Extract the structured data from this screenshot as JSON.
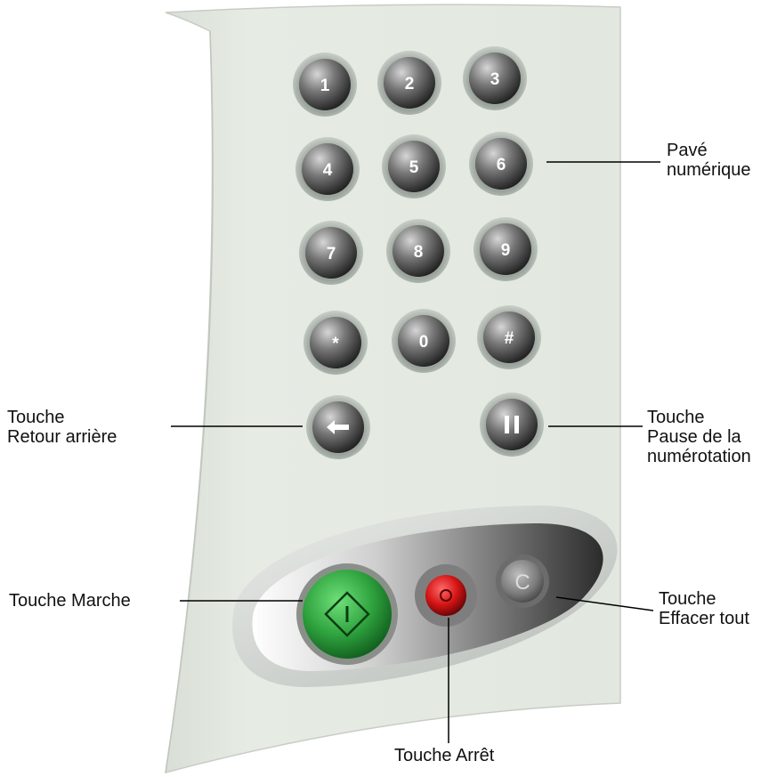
{
  "keypad": {
    "keys": [
      "1",
      "2",
      "3",
      "4",
      "5",
      "6",
      "7",
      "8",
      "9",
      "*",
      "0",
      "#"
    ]
  },
  "labels": {
    "keypad": [
      "Pavé",
      "numérique"
    ],
    "backspace": [
      "Touche",
      "Retour arrière"
    ],
    "pause": [
      "Touche",
      "Pause de la",
      "numérotation"
    ],
    "start": [
      "Touche Marche"
    ],
    "clear_all": [
      "Touche",
      "Effacer tout"
    ],
    "stop": [
      "Touche Arrêt"
    ]
  },
  "clear_button": {
    "glyph": "C"
  },
  "colors": {
    "panel": "#e5eae3",
    "key_gray": "#6e6e6e",
    "start_green": "#2fa33e",
    "stop_red": "#d41414"
  }
}
